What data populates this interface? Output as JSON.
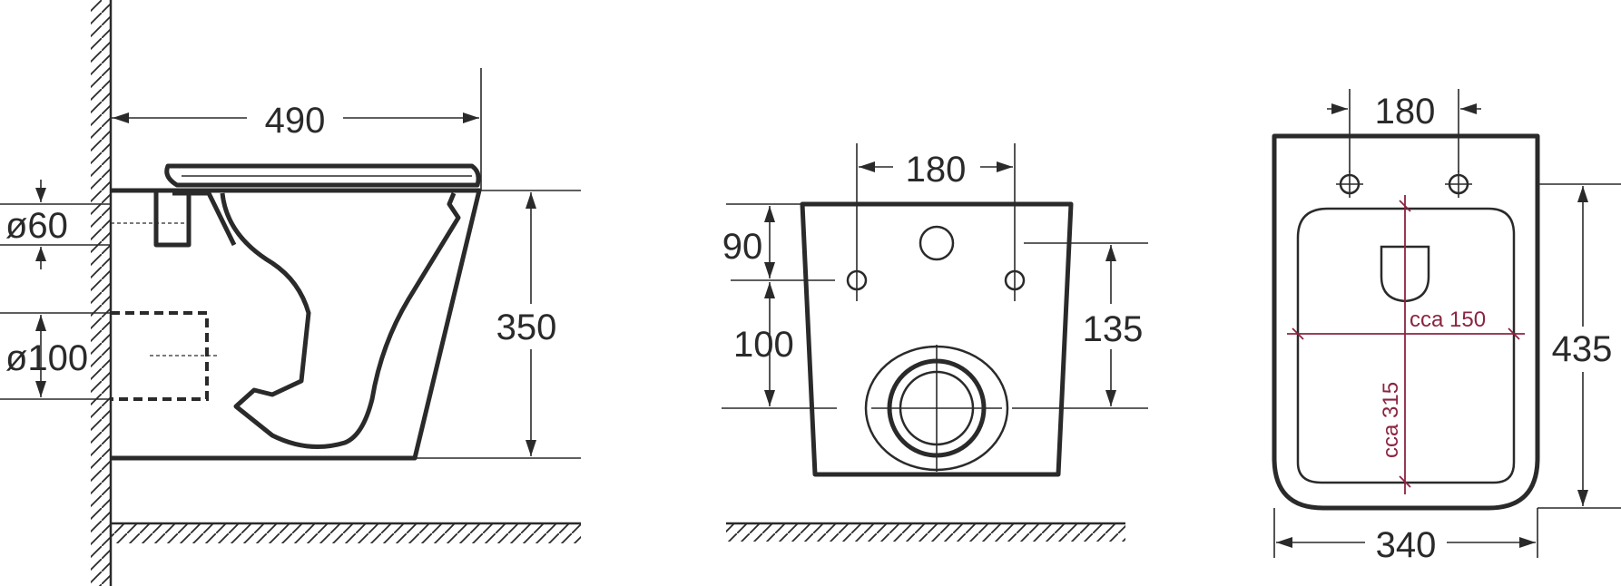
{
  "side_view": {
    "depth": "490",
    "height": "350",
    "inlet_diameter": "ø60",
    "outlet_diameter": "ø100"
  },
  "rear_view": {
    "bolt_spacing": "180",
    "upper_offset": "90",
    "outlet_height": "100",
    "bolt_to_outlet": "135"
  },
  "top_view": {
    "bolt_spacing": "180",
    "length": "435",
    "width": "340",
    "opening_width": "cca 150",
    "opening_length": "cca 315"
  },
  "colors": {
    "line": "#2a2a2a",
    "accent": "#8b2440"
  }
}
